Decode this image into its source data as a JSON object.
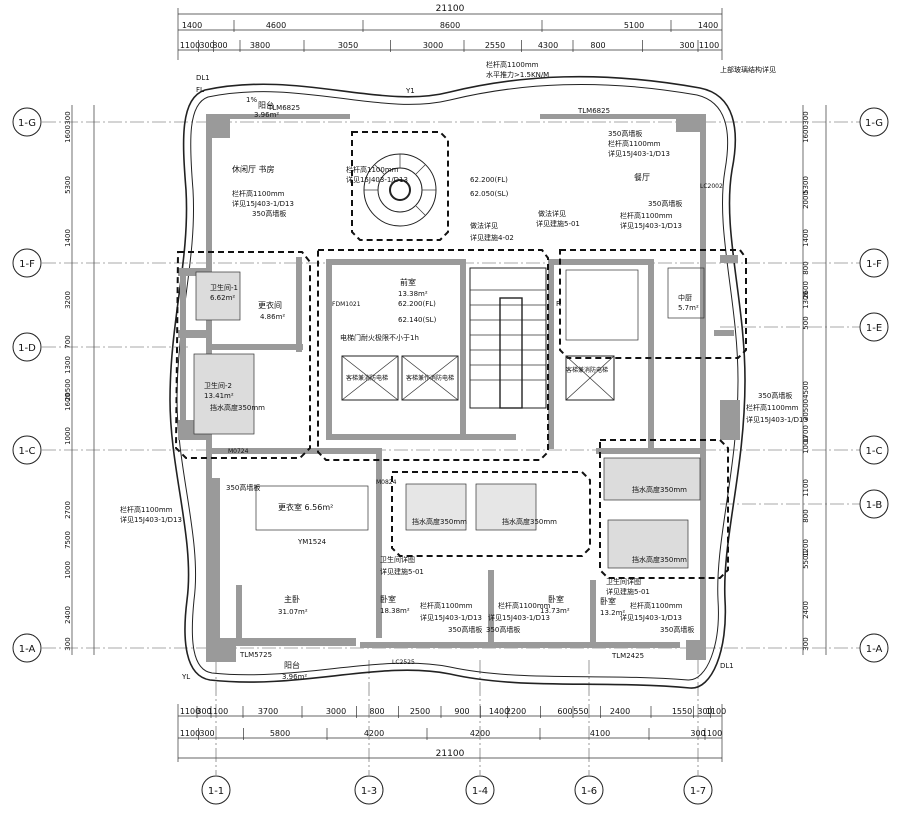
{
  "dimensions": {
    "top_total": "21100",
    "top_row1": [
      "1400",
      "4600",
      "8600",
      "5100",
      "1400"
    ],
    "top_row2": [
      "1100",
      "300",
      "800",
      "3800",
      "3050",
      "3000",
      "2550",
      "4300",
      "800",
      "300",
      "1100"
    ],
    "bottom_row1": [
      "1100",
      "300",
      "1100",
      "3700",
      "3000",
      "800",
      "2500",
      "900",
      "1400",
      "2200",
      "600",
      "550",
      "2400",
      "1550",
      "300",
      "1100"
    ],
    "bottom_row2": [
      "1100",
      "300",
      "5800",
      "4200",
      "4200",
      "4100",
      "300",
      "1100"
    ],
    "bottom_total": "21100",
    "left_outer": [
      "300",
      "1600",
      "5300",
      "1400",
      "3200",
      "700",
      "1300",
      "20500",
      "1600",
      "1000",
      "2700",
      "7500",
      "1000",
      "2400",
      "300"
    ],
    "right_outer": [
      "300",
      "1600",
      "5300",
      "2000",
      "1400",
      "2600",
      "800",
      "1300",
      "500",
      "4500",
      "20500",
      "1700",
      "1000",
      "5500",
      "1100",
      "800",
      "1200",
      "2400",
      "300"
    ]
  },
  "axes": {
    "rows": [
      "1-G",
      "1-F",
      "1-D",
      "1-C",
      "1-A",
      "1-E",
      "1-B"
    ],
    "cols": [
      "1-1",
      "1-3",
      "1-4",
      "1-6",
      "1-7"
    ]
  },
  "rooms": [
    {
      "name": "阳台",
      "area": "3.96m²"
    },
    {
      "name": "休闲厅 书房",
      "area": ""
    },
    {
      "name": "餐厅",
      "area": ""
    },
    {
      "name": "前室",
      "area": "13.38m²"
    },
    {
      "name": "更衣间",
      "area": "4.86m²"
    },
    {
      "name": "卫生间-1",
      "area": "6.62m²"
    },
    {
      "name": "卫生间-2",
      "area": "13.41m²"
    },
    {
      "name": "中厨",
      "area": "5.7m²"
    },
    {
      "name": "更衣室 6.56m²",
      "area": ""
    },
    {
      "name": "主卧",
      "area": "31.07m²"
    },
    {
      "name": "卧室",
      "area": "18.38m²"
    },
    {
      "name": "卧室",
      "area": "13.73m²"
    },
    {
      "name": "卧室",
      "area": "13.2m²"
    },
    {
      "name": "阳台",
      "area": "3.96m²"
    }
  ],
  "annotations": [
    "栏杆高1100mm",
    "水平推力>1.5KN/M",
    "350高墙板",
    "详见15J403-1/D13",
    "62.200(FL)",
    "62.050(SL)",
    "62.140(SL)",
    "电梯门耐火极限不小于1h",
    "客梯兼消防电梯",
    "客梯兼作消防电梯",
    "挡水高度350mm",
    "卫生间详图",
    "详见建施5-01",
    "做法详见",
    "详见建施4-02",
    "上部玻璃结构详见",
    "TLM6825",
    "TLM5725",
    "TLM2425",
    "YM1524",
    "FDM1021",
    "M0824",
    "M0724",
    "LC2525",
    "LC2002",
    "1%",
    "Y1",
    "YL",
    "FL",
    "DL1",
    "R"
  ]
}
